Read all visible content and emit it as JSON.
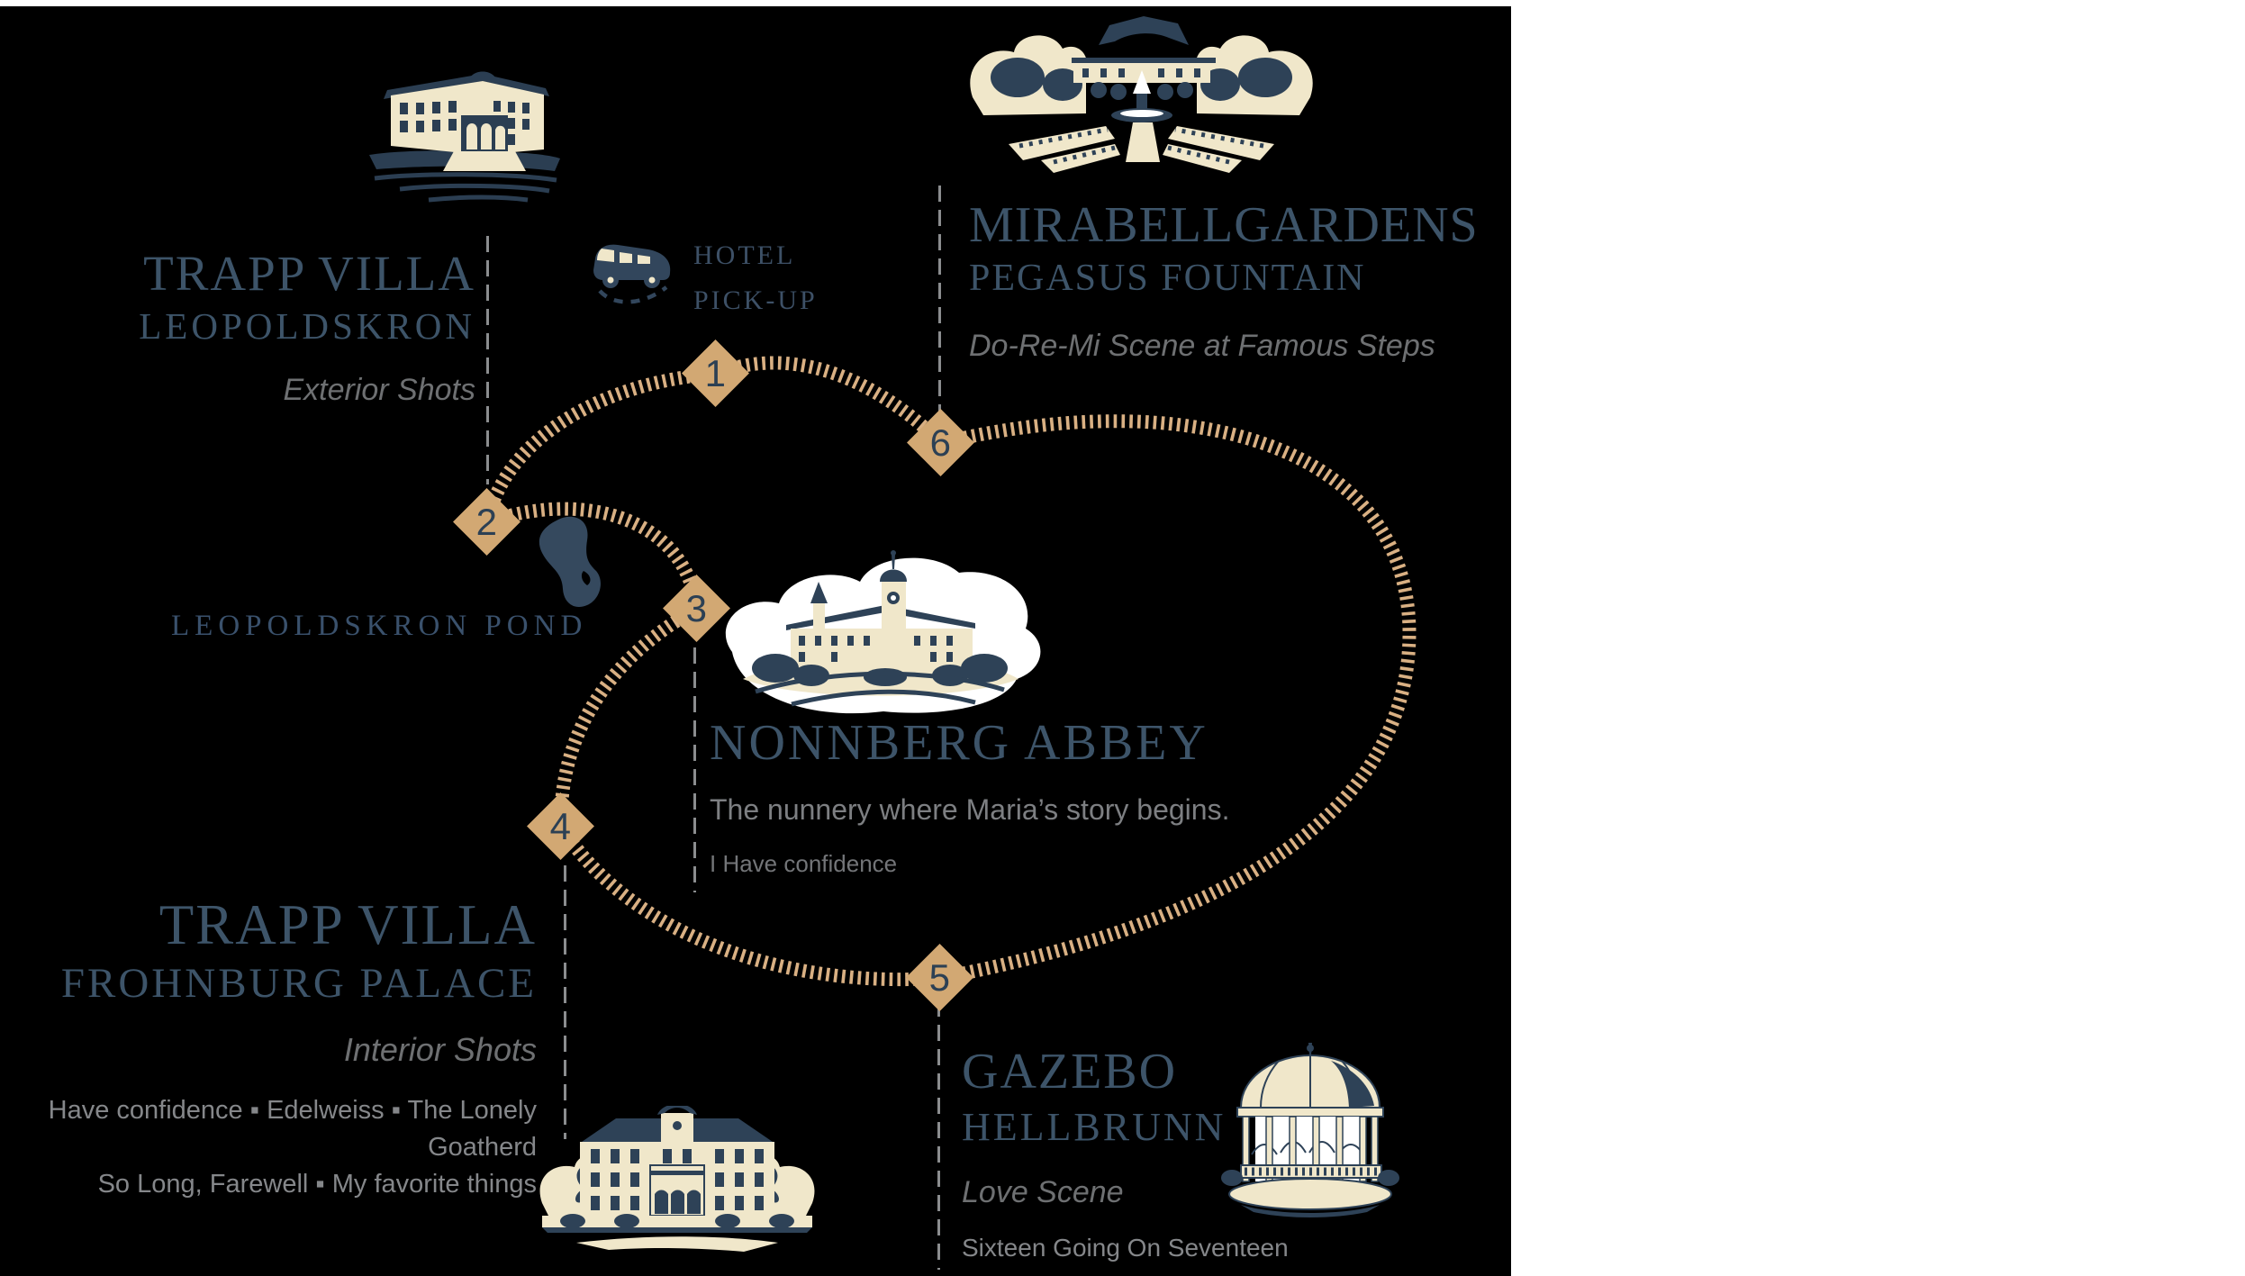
{
  "palette": {
    "background": "#000000",
    "page": "#ffffff",
    "heading_blue": "#3d5469",
    "note_gray": "#6e7072",
    "song_gray": "#85878a",
    "route_tan": "#d9b083",
    "marker_fill": "#d2a873",
    "marker_number": "#2c4054",
    "divider_gray": "#8b8d8f",
    "illustration_cream": "#f0e7ca",
    "illustration_navy": "#2e4257"
  },
  "stops": {
    "hotel_pickup": {
      "marker": "1",
      "line1": "HOTEL",
      "line2": "PICK-UP",
      "icon": "van-icon"
    },
    "trapp_villa_leopoldskron": {
      "marker": "2",
      "title": "TRAPP VILLA",
      "subtitle": "LEOPOLDSKRON",
      "note": "Exterior Shots"
    },
    "leopoldskron_pond": {
      "label": "LEOPOLDSKRON POND"
    },
    "nonnberg_abbey": {
      "marker": "3",
      "title": "NONNBERG ABBEY",
      "description": "The nunnery where Maria’s story begins.",
      "song": "I Have confidence"
    },
    "trapp_villa_frohnburg": {
      "marker": "4",
      "title": "TRAPP VILLA",
      "subtitle": "FROHNBURG PALACE",
      "note": "Interior Shots",
      "songs_line1": "Have confidence ▪ Edelweiss ▪ The Lonely Goatherd",
      "songs_line2": "So Long, Farewell ▪ My favorite things"
    },
    "gazebo_hellbrunn": {
      "marker": "5",
      "title": "GAZEBO",
      "subtitle": "HELLBRUNN",
      "note": "Love Scene",
      "song": "Sixteen Going On Seventeen"
    },
    "mirabellgardens": {
      "marker": "6",
      "title": "MIRABELLGARDENS",
      "subtitle": "PEGASUS FOUNTAIN",
      "note": "Do-Re-Mi Scene at Famous Steps"
    }
  }
}
